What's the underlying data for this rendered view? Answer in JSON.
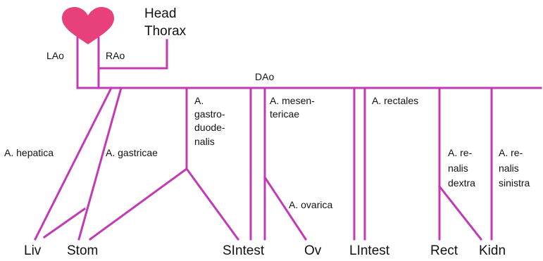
{
  "colors": {
    "vessel": "#c23bb4",
    "heart": "#e8407a",
    "text": "#111111"
  },
  "icons": {
    "heart": "heart-icon"
  },
  "labels": {
    "head": "Head",
    "thorax": "Thorax",
    "lao": "LAo",
    "rao": "RAo",
    "dao": "DAo",
    "hepatica": "A. hepatica",
    "gastricae": "A. gastricae",
    "gd": [
      "A.",
      "gastro-",
      "duode-",
      "nalis"
    ],
    "mes": [
      "A. mesen-",
      "tericae"
    ],
    "ovarica": "A. ovarica",
    "rectales": "A. rectales",
    "rdextra": [
      "A. re-",
      "nalis",
      "dextra"
    ],
    "rsinistra": [
      "A. re-",
      "nalis",
      "sinistra"
    ]
  },
  "organs": {
    "liv": "Liv",
    "stom": "Stom",
    "sintest": "SIntest",
    "ov": "Ov",
    "lintest": "LIntest",
    "rect": "Rect",
    "kidn": "Kidn"
  }
}
